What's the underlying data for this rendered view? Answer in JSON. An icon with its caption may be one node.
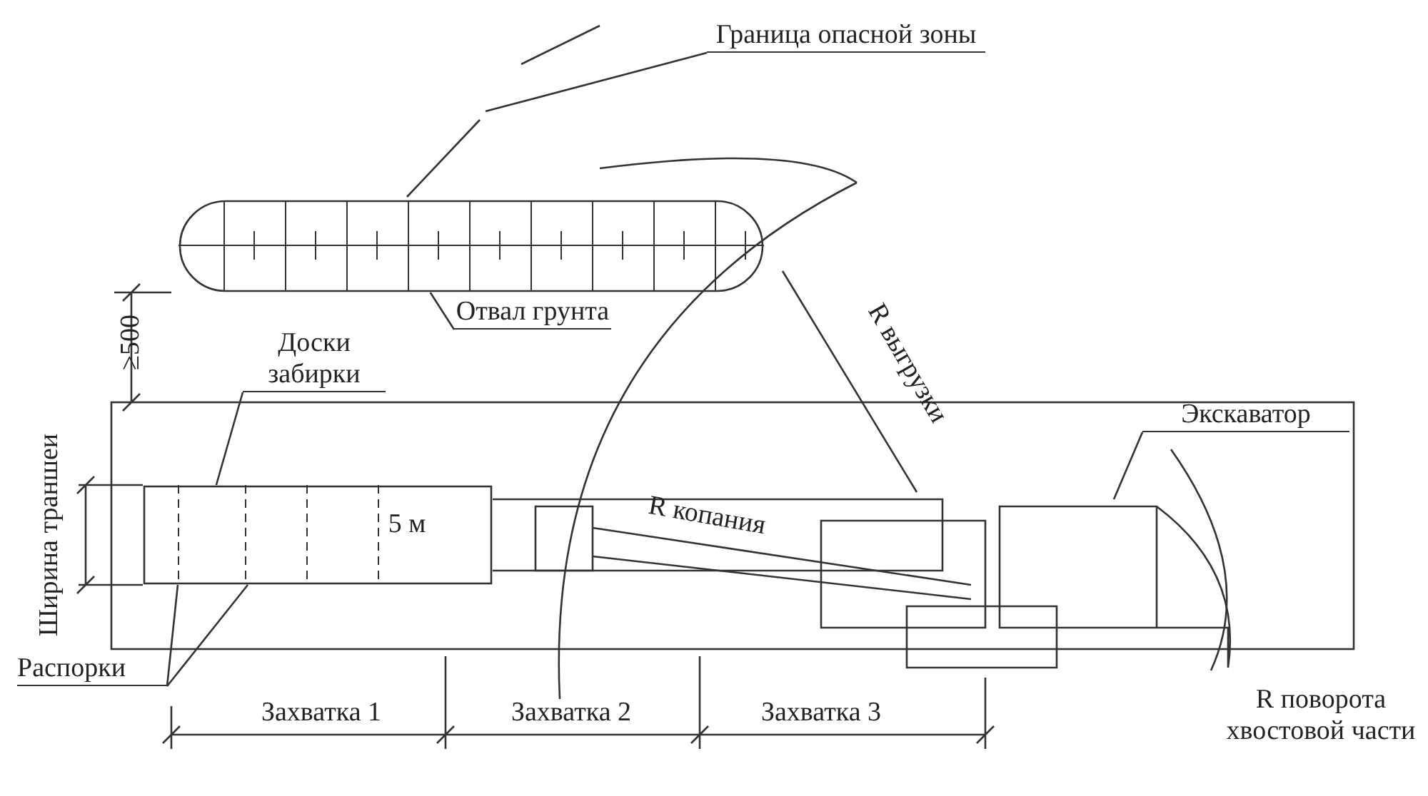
{
  "diagram": {
    "nodes": [
      {
        "text": [
          "Граница опасной зоны"
        ]
      },
      {
        "text": [],
        "shape": "box"
      },
      {
        "text": [
          "Отвал грунта"
        ]
      },
      {
        "text": [
          "Доски забирки"
        ]
      },
      {
        "text": [],
        "shape": "box"
      },
      {
        "text": [
          "Экскаватор"
        ]
      },
      {
        "text": [],
        "shape": "picture"
      },
      {
        "text": [
          "Распорки"
        ]
      }
    ],
    "edges": [
      {
        "from": 0,
        "to": null,
        "arrow": "none"
      },
      {
        "from": 2,
        "to": 1,
        "arrow": "none"
      },
      {
        "from": 3,
        "to": 4,
        "arrow": "none"
      },
      {
        "from": 5,
        "to": 6,
        "arrow": "none"
      },
      {
        "from": 7,
        "to": 4,
        "arrow": "none"
      },
      {
        "from": 7,
        "to": 4,
        "arrow": "none"
      }
    ],
    "labels": [
      "≥500",
      "Ширина траншеи",
      "5 м",
      "R копания",
      "R выгрузки",
      "Захватка 1",
      "Захватка 2",
      "Захватка 3",
      "R поворота хвостовой части"
    ]
  }
}
